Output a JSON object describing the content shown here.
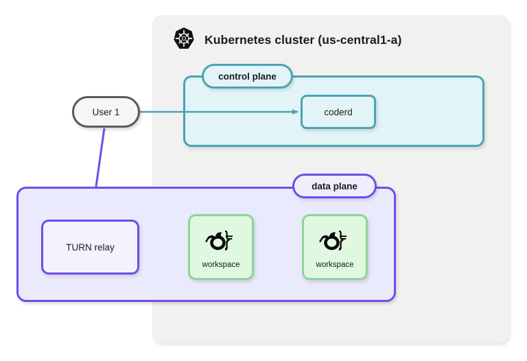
{
  "cluster": {
    "title": "Kubernetes cluster (us-central1-a)",
    "logo_icon": "kubernetes-logo-icon",
    "fill": "#f1f1f1"
  },
  "control_plane": {
    "label": "control plane",
    "border_color": "#4ba3b3",
    "fill": "#e2f4f8",
    "nodes": [
      {
        "label": "coderd"
      }
    ]
  },
  "data_plane": {
    "label": "data plane",
    "border_color": "#6f4ceb",
    "fill": "#e9eafc",
    "nodes": [
      {
        "label": "TURN relay"
      }
    ],
    "workspaces": [
      {
        "label": "workspace",
        "icon": "coder-logo-icon"
      },
      {
        "label": "workspace",
        "icon": "coder-logo-icon"
      }
    ]
  },
  "actors": [
    {
      "label": "User 1",
      "border_color": "#5b5b5b"
    }
  ],
  "edges": [
    {
      "from": "User 1",
      "to": "coderd",
      "color": "#4ba3b3"
    },
    {
      "from": "User 1",
      "to": "TURN relay",
      "color": "#6f4ceb"
    },
    {
      "from": "workspace",
      "to": "TURN relay",
      "color": "#7cc98f"
    }
  ]
}
